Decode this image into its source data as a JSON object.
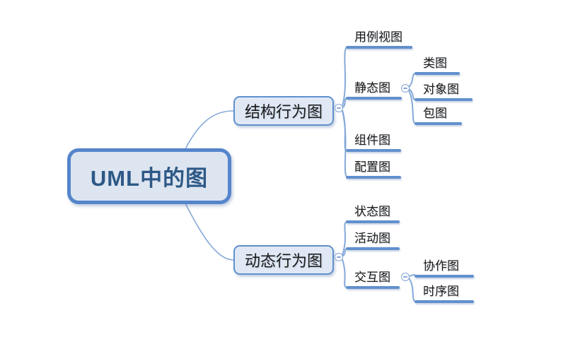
{
  "app": {
    "kind": "mind-map",
    "background": "#ffffff"
  },
  "palette": {
    "root_border": "#5585cb",
    "root_fill": "#dde5f1",
    "root_text": "#2d5986",
    "branch_border": "#6190cd",
    "branch_fill": "#dfe8f4",
    "node_text": "#1a1a1a",
    "connector_line": "#85a9d9",
    "underline": "#6190cd",
    "collapse_icon_color": "#86a6d6"
  },
  "icons": {
    "collapse": "minus-circle-icon"
  },
  "tree": {
    "root": {
      "label": "UML中的图"
    },
    "branches": [
      {
        "label": "结构行为图",
        "collapsed": false,
        "children": [
          {
            "label": "用例视图"
          },
          {
            "label": "静态图",
            "collapsed": false,
            "children": [
              {
                "label": "类图"
              },
              {
                "label": "对象图"
              },
              {
                "label": "包图"
              }
            ]
          },
          {
            "label": "组件图"
          },
          {
            "label": "配置图"
          }
        ]
      },
      {
        "label": "动态行为图",
        "collapsed": false,
        "children": [
          {
            "label": "状态图"
          },
          {
            "label": "活动图"
          },
          {
            "label": "交互图",
            "collapsed": false,
            "children": [
              {
                "label": "协作图"
              },
              {
                "label": "时序图"
              }
            ]
          }
        ]
      }
    ]
  }
}
